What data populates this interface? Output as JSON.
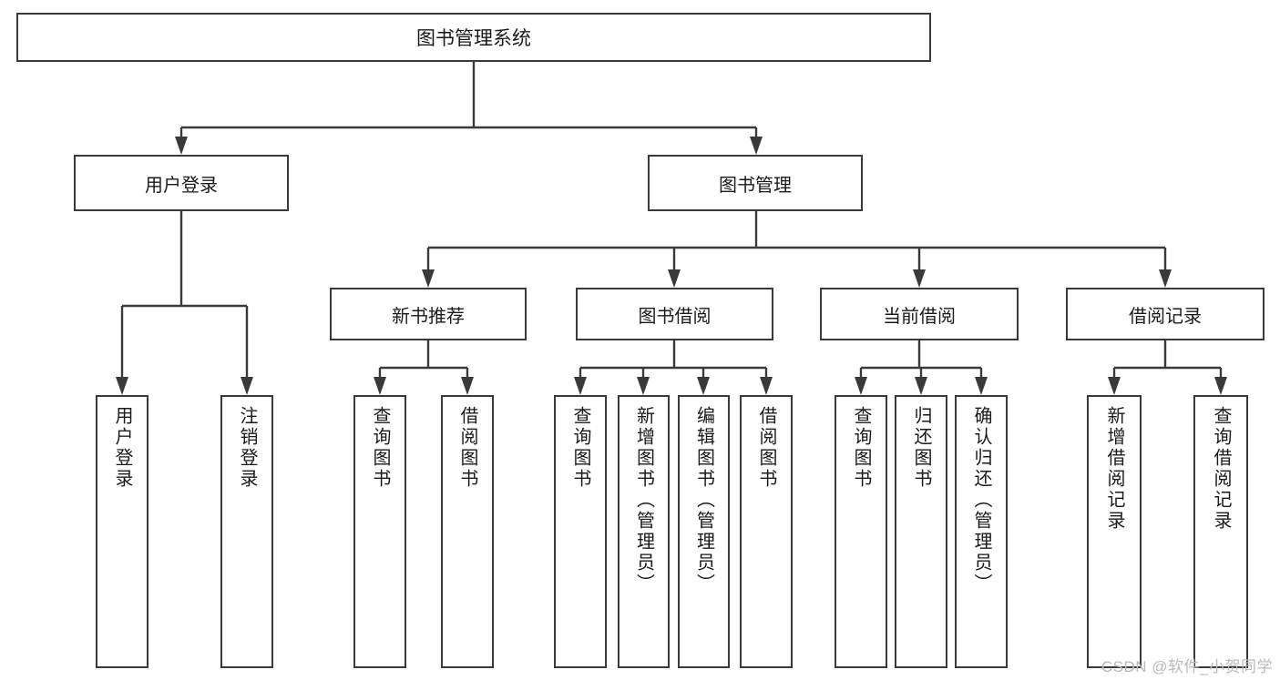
{
  "diagram": {
    "title": "图书管理系统",
    "type": "tree-hierarchy-diagram",
    "accent_line_color": "#3a3a3a",
    "text_color": "#1a1a1a",
    "background_color": "#ffffff"
  },
  "nodes": {
    "root": {
      "label": "图书管理系统"
    },
    "level2": [
      {
        "id": "user-login",
        "label": "用户登录"
      },
      {
        "id": "book-management",
        "label": "图书管理"
      }
    ],
    "level3": [
      {
        "id": "new-book-recommend",
        "label": "新书推荐"
      },
      {
        "id": "book-borrow",
        "label": "图书借阅"
      },
      {
        "id": "current-borrow",
        "label": "当前借阅"
      },
      {
        "id": "borrow-record",
        "label": "借阅记录"
      }
    ],
    "leaves": {
      "user_login": [
        {
          "id": "user-login-leaf",
          "label": "用户登录"
        },
        {
          "id": "logout-leaf",
          "label": "注销登录"
        }
      ],
      "new_book_recommend": [
        {
          "id": "query-book-1",
          "label": "查询图书"
        },
        {
          "id": "borrow-book-1",
          "label": "借阅图书"
        }
      ],
      "book_borrow": [
        {
          "id": "query-book-2",
          "label": "查询图书"
        },
        {
          "id": "add-book-admin",
          "label": "新增图书（管理员）"
        },
        {
          "id": "edit-book-admin",
          "label": "编辑图书（管理员）"
        },
        {
          "id": "borrow-book-2",
          "label": "借阅图书"
        }
      ],
      "current_borrow": [
        {
          "id": "query-book-3",
          "label": "查询图书"
        },
        {
          "id": "return-book",
          "label": "归还图书"
        },
        {
          "id": "confirm-return-admin",
          "label": "确认归还（管理员）"
        }
      ],
      "borrow_record": [
        {
          "id": "add-borrow-record",
          "label": "新增借阅记录"
        },
        {
          "id": "query-borrow-record",
          "label": "查询借阅记录"
        }
      ]
    }
  },
  "watermark": {
    "text": "CSDN @软件_小贺同学"
  }
}
